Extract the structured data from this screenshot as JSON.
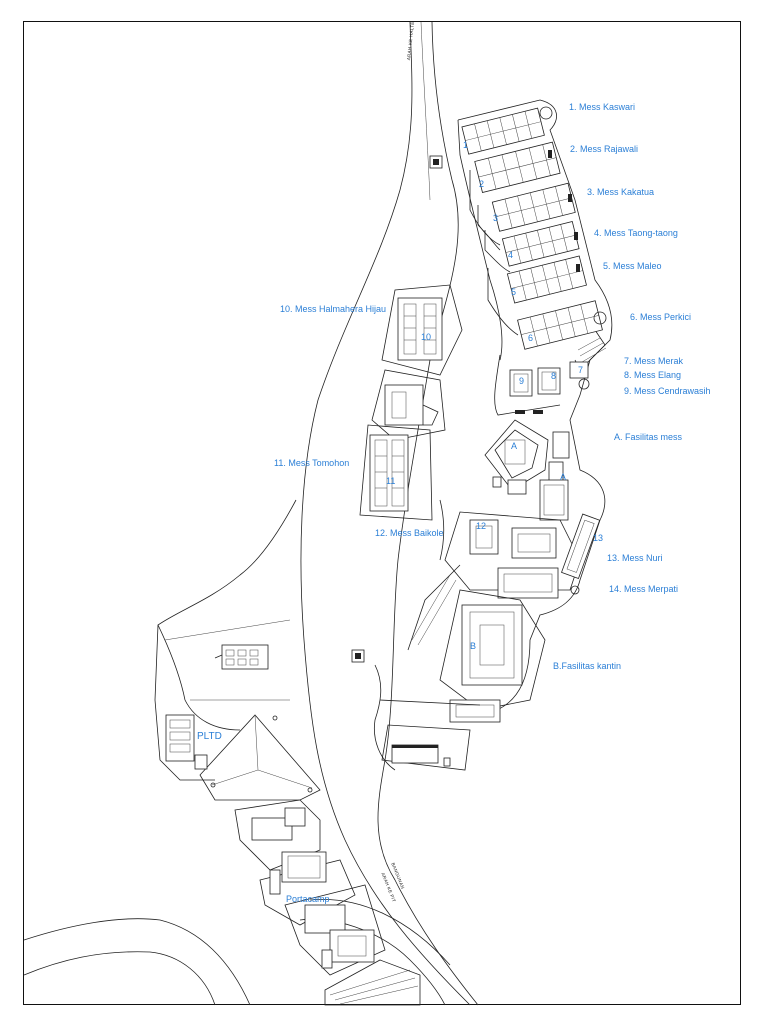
{
  "map": {
    "labels": {
      "mess_kaswari": "1. Mess Kaswari",
      "mess_rajawali": "2. Mess Rajawali",
      "mess_kakatua": "3. Mess Kakatua",
      "mess_taong": "4. Mess Taong-taong",
      "mess_maleo": "5. Mess Maleo",
      "mess_perkici": "6. Mess Perkici",
      "mess_merak": "7. Mess Merak",
      "mess_elang": "8. Mess Elang",
      "mess_cendrawasih": "9. Mess Cendrawasih",
      "fasilitas_mess": "A. Fasilitas mess",
      "mess_halmahera": "10. Mess Halmahera Hijau",
      "mess_tomohon": "11. Mess Tomohon",
      "mess_baikole": "12. Mess Baikole",
      "mess_nuri": "13. Mess Nuri",
      "mess_merpati": "14. Mess Merpati",
      "fasilitas_kantin": "B.Fasilitas kantin",
      "pltd": "PLTD",
      "portacamp": "Portacamp"
    },
    "markers": {
      "n1": "1",
      "n2": "2",
      "n3": "3",
      "n4": "4",
      "n5": "5",
      "n6": "6",
      "n7": "7",
      "n8": "8",
      "n9": "9",
      "n10": "10",
      "n11": "11",
      "n12": "12",
      "n13": "13",
      "a1": "A",
      "a2": "A",
      "b": "B"
    },
    "road_labels": {
      "north": "ARAH KE HALTE",
      "south_a": "ARAH KE PIT",
      "south_b": "BANGUNAN"
    },
    "colors": {
      "label": "#2b7fd6",
      "line": "#222222",
      "background": "#ffffff"
    }
  }
}
